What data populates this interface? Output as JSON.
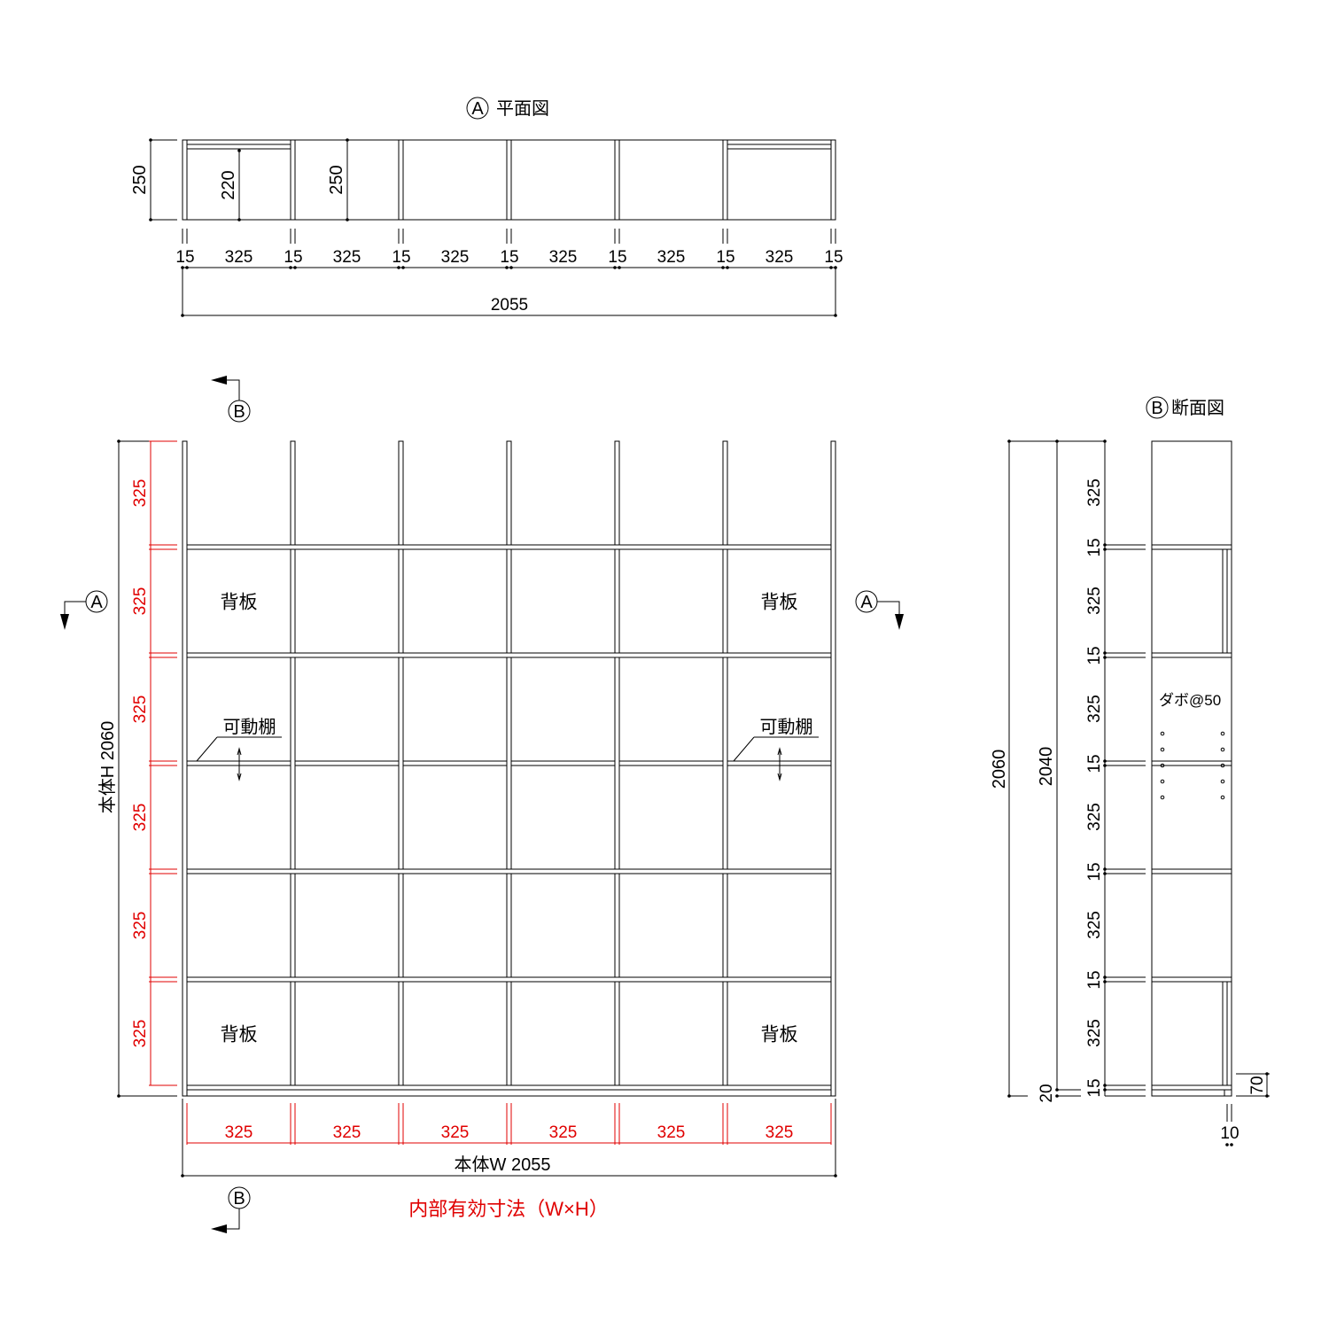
{
  "plan": {
    "mark": "A",
    "title": "平面図",
    "depth_outer": "250",
    "depth_inner": "220",
    "depth_second": "250",
    "thickness_labels": [
      "15",
      "15",
      "15",
      "15",
      "15",
      "15",
      "15"
    ],
    "bay_labels": [
      "325",
      "325",
      "325",
      "325",
      "325",
      "325"
    ],
    "total_width": "2055"
  },
  "elevation": {
    "section_marks": {
      "b_top": "B",
      "b_bottom": "B",
      "a_left": "A",
      "a_right": "A"
    },
    "back_panel_label": [
      "背板",
      "背板",
      "背板",
      "背板"
    ],
    "movable_shelf_label": [
      "可動棚",
      "可動棚"
    ],
    "inner_heights": [
      "325",
      "325",
      "325",
      "325",
      "325",
      "325"
    ],
    "inner_widths": [
      "325",
      "325",
      "325",
      "325",
      "325",
      "325"
    ],
    "body_height": "本体H 2060",
    "body_width": "本体W 2055",
    "inner_dims_note": "内部有効寸法（W×H）"
  },
  "section": {
    "mark": "B",
    "title": "断面図",
    "total_height": "2060",
    "body_height": "2040",
    "bay_heights": [
      "325",
      "325",
      "325",
      "325",
      "325",
      "325"
    ],
    "shelf_thickness": [
      "15",
      "15",
      "15",
      "15",
      "15",
      "15"
    ],
    "plinth": "20",
    "kick": "70",
    "gap": "10",
    "dowel_note": "ダボ@50"
  },
  "colors": {
    "line": "#000000",
    "inner_dims": "#e00000"
  }
}
